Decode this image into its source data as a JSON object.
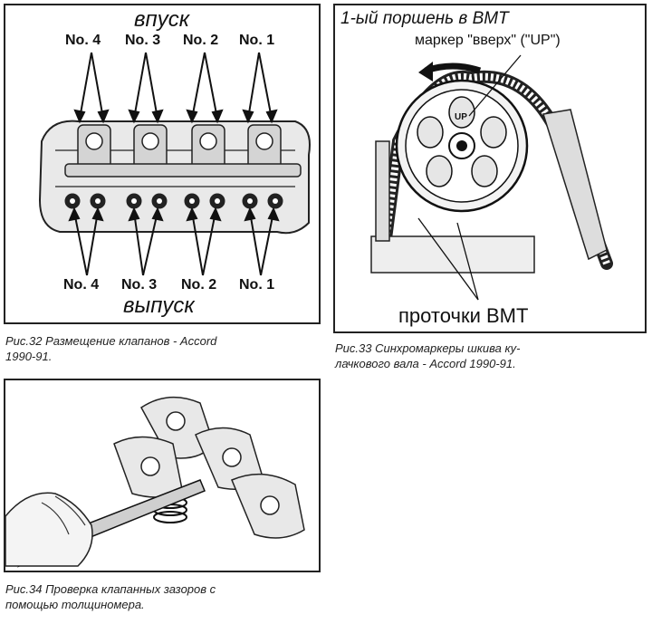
{
  "fig32": {
    "intake_label": "впуск",
    "exhaust_label": "выпуск",
    "top_numbers": [
      "No. 4",
      "No. 3",
      "No. 2",
      "No. 1"
    ],
    "bottom_numbers": [
      "No. 4",
      "No. 3",
      "No. 2",
      "No. 1"
    ],
    "caption_line1": "Рис.32  Размещение клапанов -  Accord",
    "caption_line2": "1990-91."
  },
  "fig33": {
    "piston_label": "1-ый поршень в ВМТ",
    "marker_label": "маркер \"вверх\" (\"UP\")",
    "up_text": "UP",
    "grooves_label": "проточки ВМТ",
    "caption_line1": "Рис.33    Синхромаркеры  шкива  ку-",
    "caption_line2": "лачкового вала  -  Accord 1990-91."
  },
  "fig34": {
    "caption_line1": "Рис.34  Проверка клапанных зазоров с",
    "caption_line2": "помощью толщиномера."
  }
}
